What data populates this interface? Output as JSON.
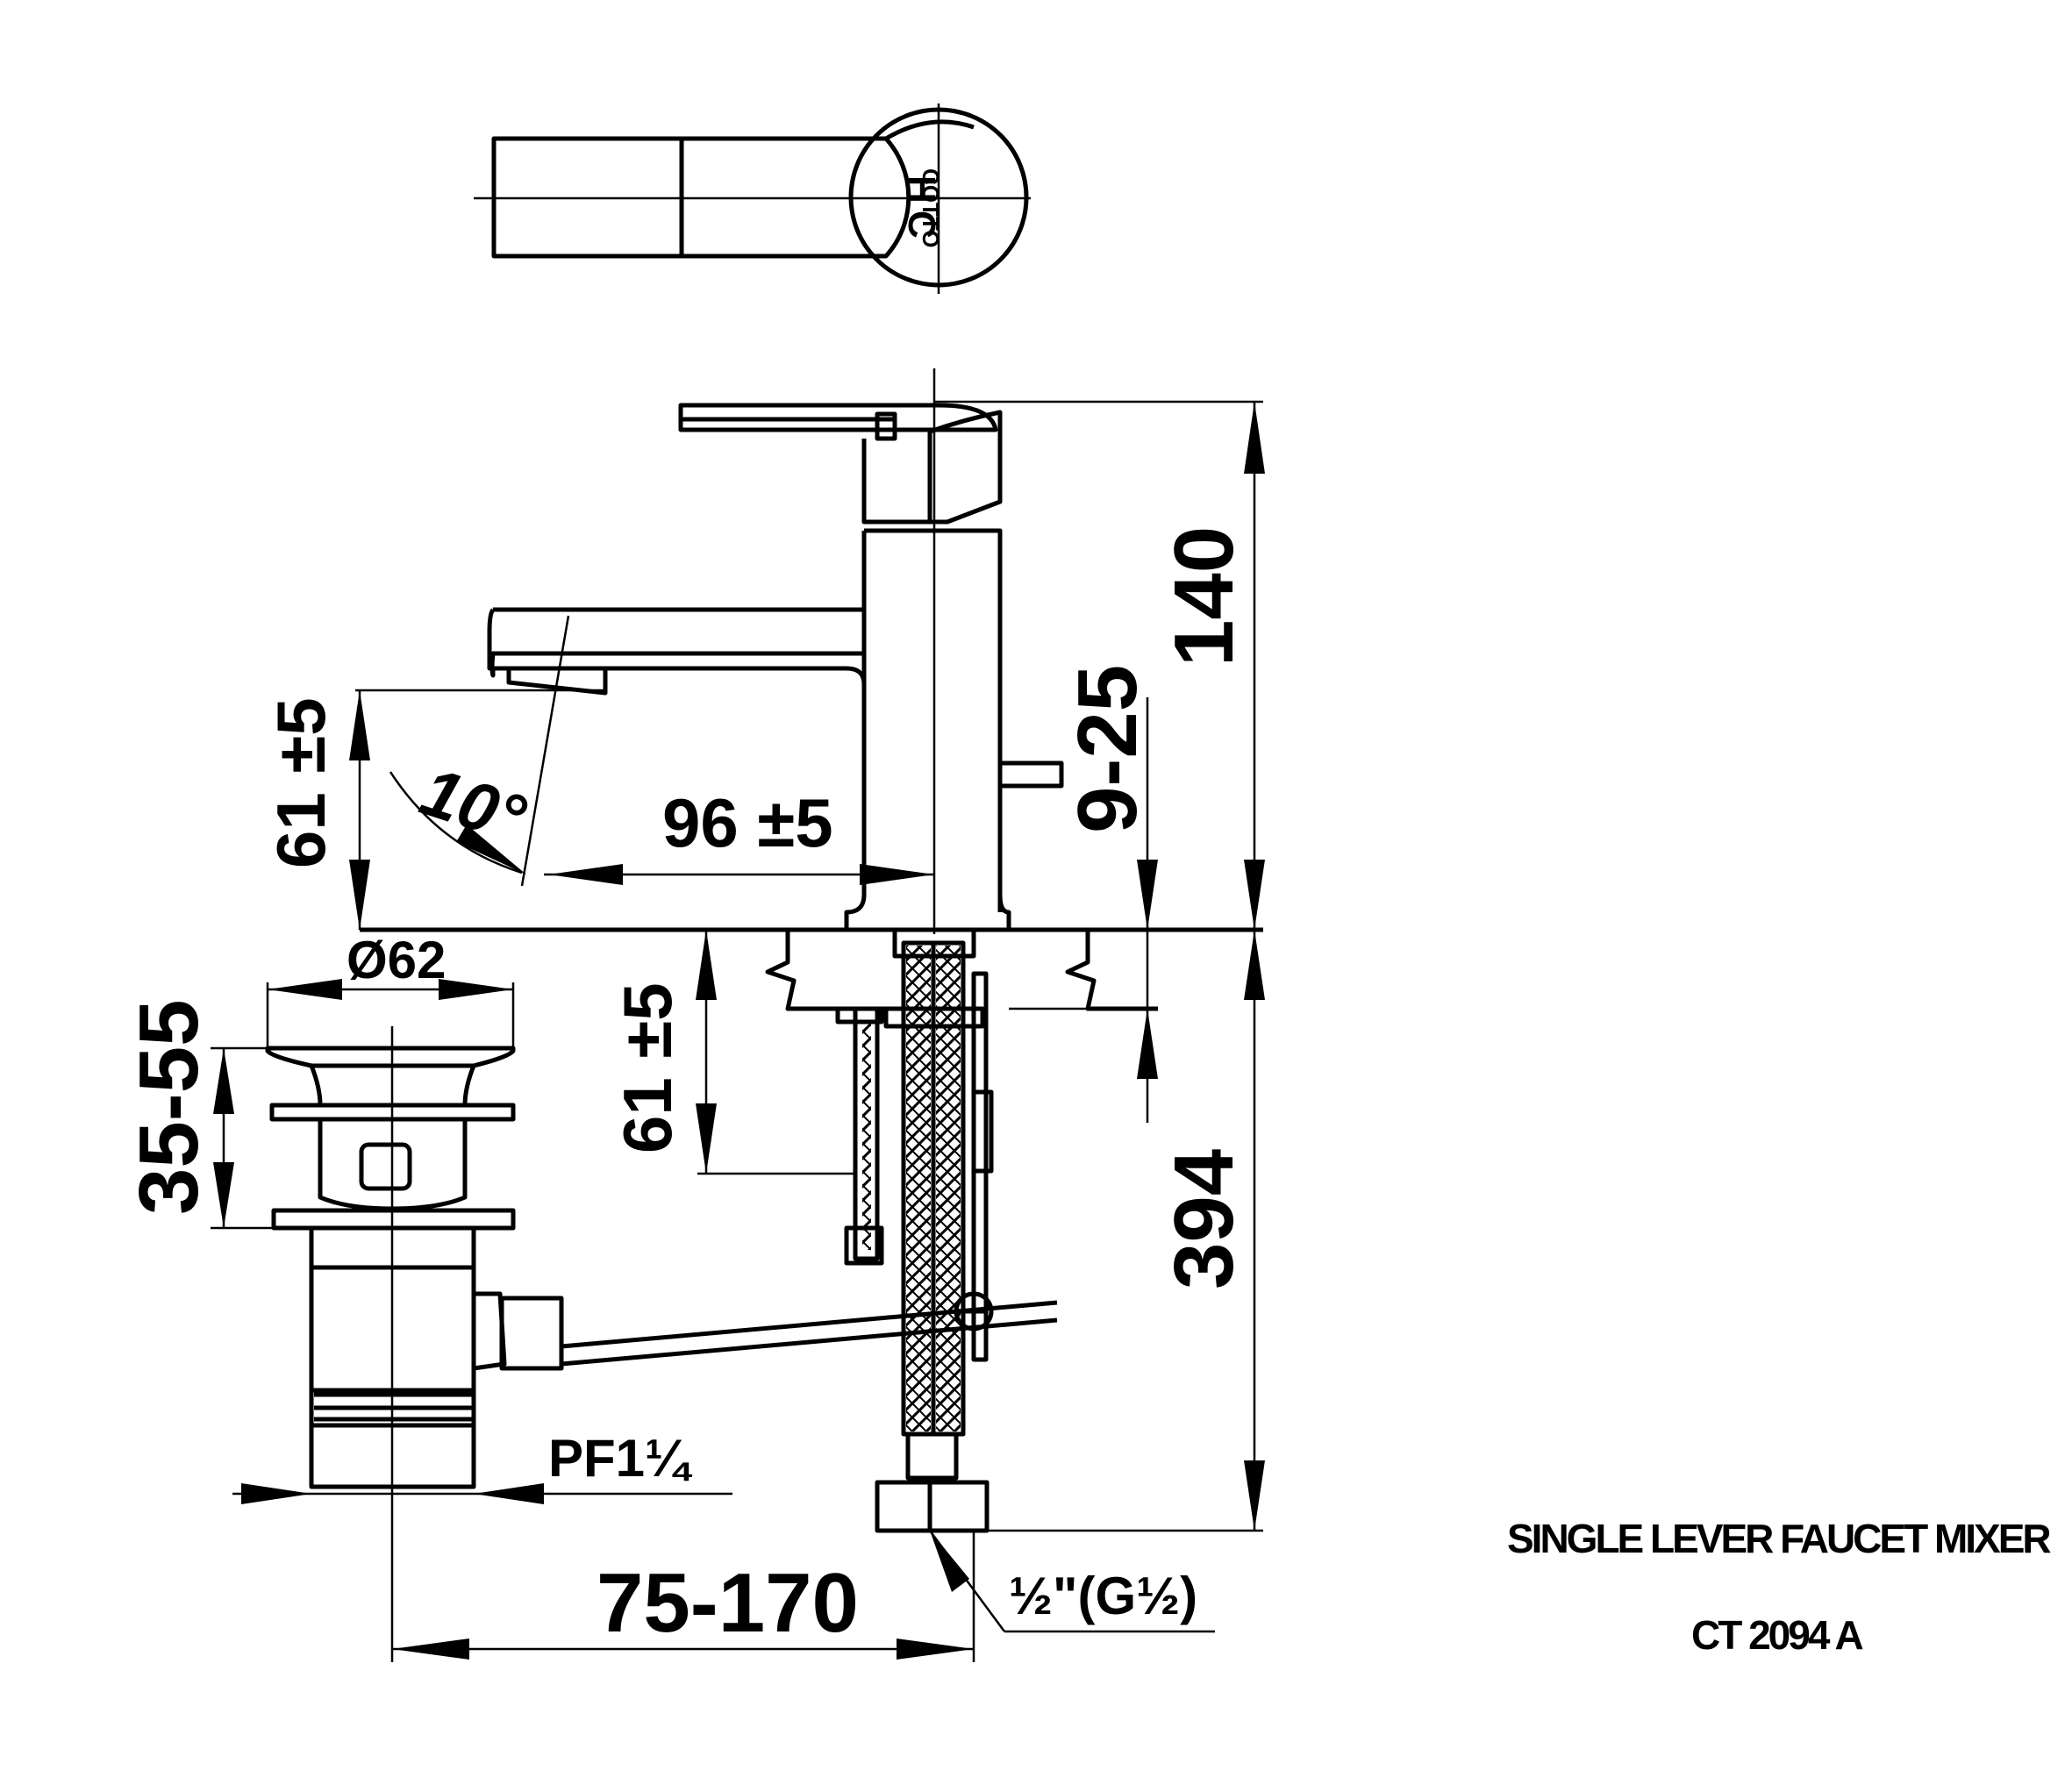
{
  "dimensions": {
    "spout_height": "140",
    "deck_thickness": "9-25",
    "spout_clearance": "61 ±5",
    "spout_reach": "96 ±5",
    "spout_angle": "10°",
    "under_counter_pipe": "61 ±5",
    "total_hose_length": "394",
    "waste_diameter": "Ø62",
    "waste_height": "35-55",
    "waste_thread": "PF1¼",
    "rod_distance": "75-170",
    "supply_thread": "½\"(G½)"
  },
  "lever_marks": {
    "hot": "H",
    "cold": "C",
    "brand": "COTTO"
  },
  "title_block": {
    "product_name": "SINGLE LEVER FAUCET MIXER",
    "model_code": "CT 2094 A"
  }
}
